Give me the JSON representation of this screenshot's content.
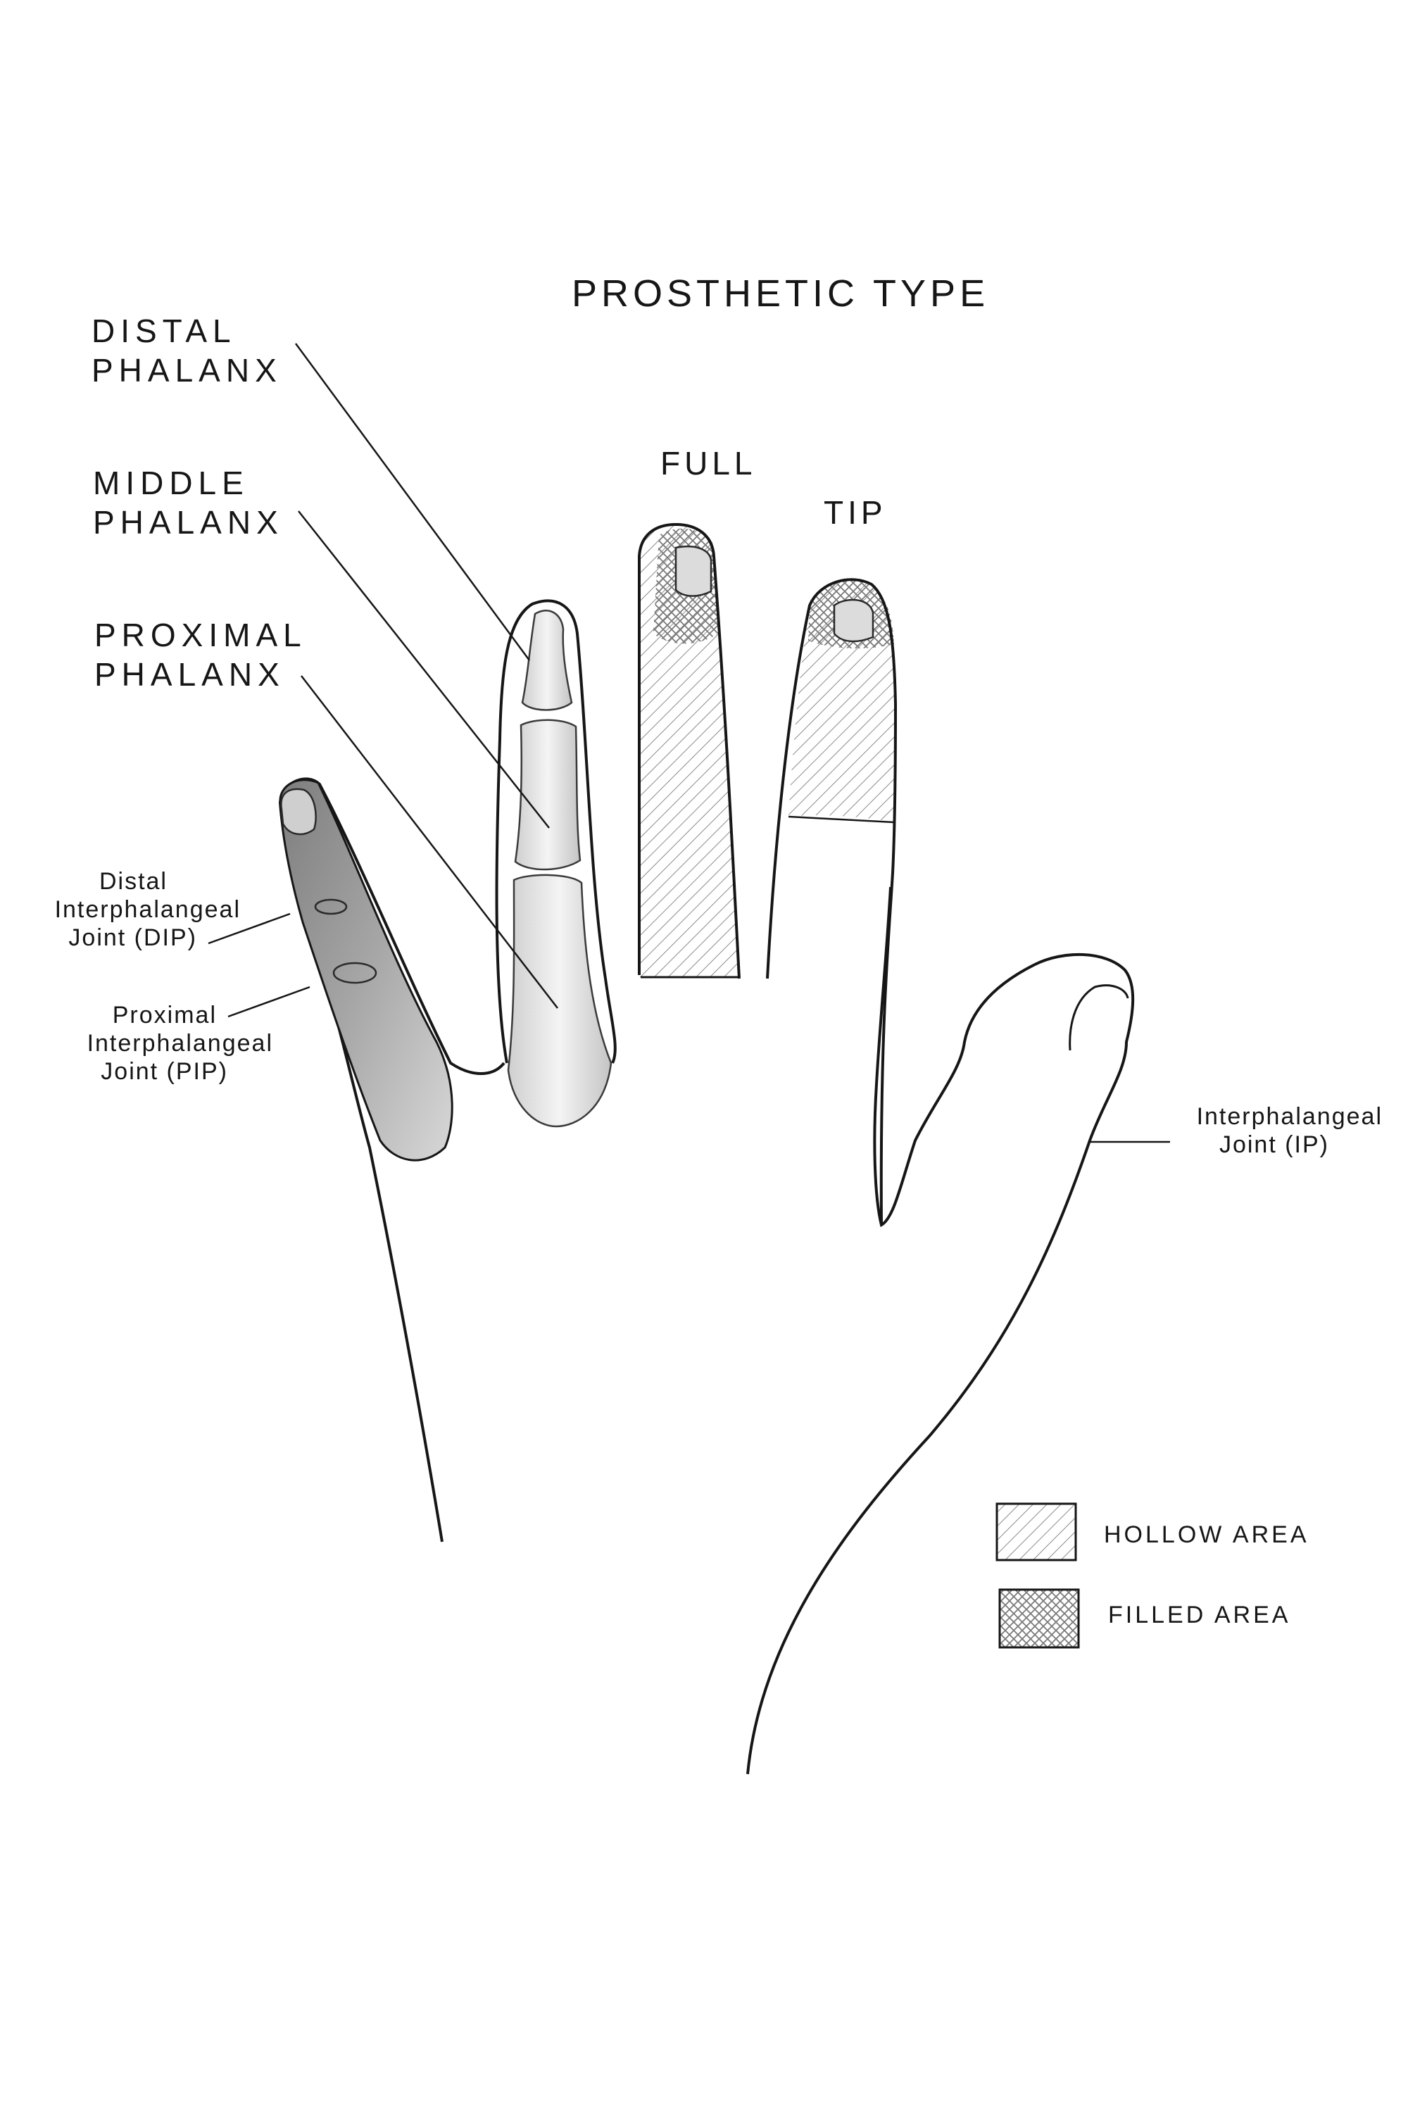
{
  "title": "PROSTHETIC TYPE",
  "bone_labels": {
    "distal": [
      "DISTAL",
      "PHALANX"
    ],
    "middle": [
      "MIDDLE",
      "PHALANX"
    ],
    "proximal": [
      "PROXIMAL",
      "PHALANX"
    ]
  },
  "prosthetic_types": {
    "full": "FULL",
    "tip": "TIP"
  },
  "joint_labels": {
    "dip": [
      "Distal",
      "Interphalangeal",
      "Joint (DIP)"
    ],
    "pip": [
      "Proximal",
      "Interphalangeal",
      "Joint (PIP)"
    ],
    "ip": [
      "Interphalangeal",
      "Joint (IP)"
    ]
  },
  "legend": [
    {
      "label": "HOLLOW AREA",
      "pattern": "single-hatch"
    },
    {
      "label": "FILLED AREA",
      "pattern": "cross-hatch"
    }
  ],
  "colors": {
    "ink": "#161616",
    "hatch": "#8a8a8a",
    "skin_shade": "#9a9a9a",
    "bone": "#e9e9e9"
  }
}
